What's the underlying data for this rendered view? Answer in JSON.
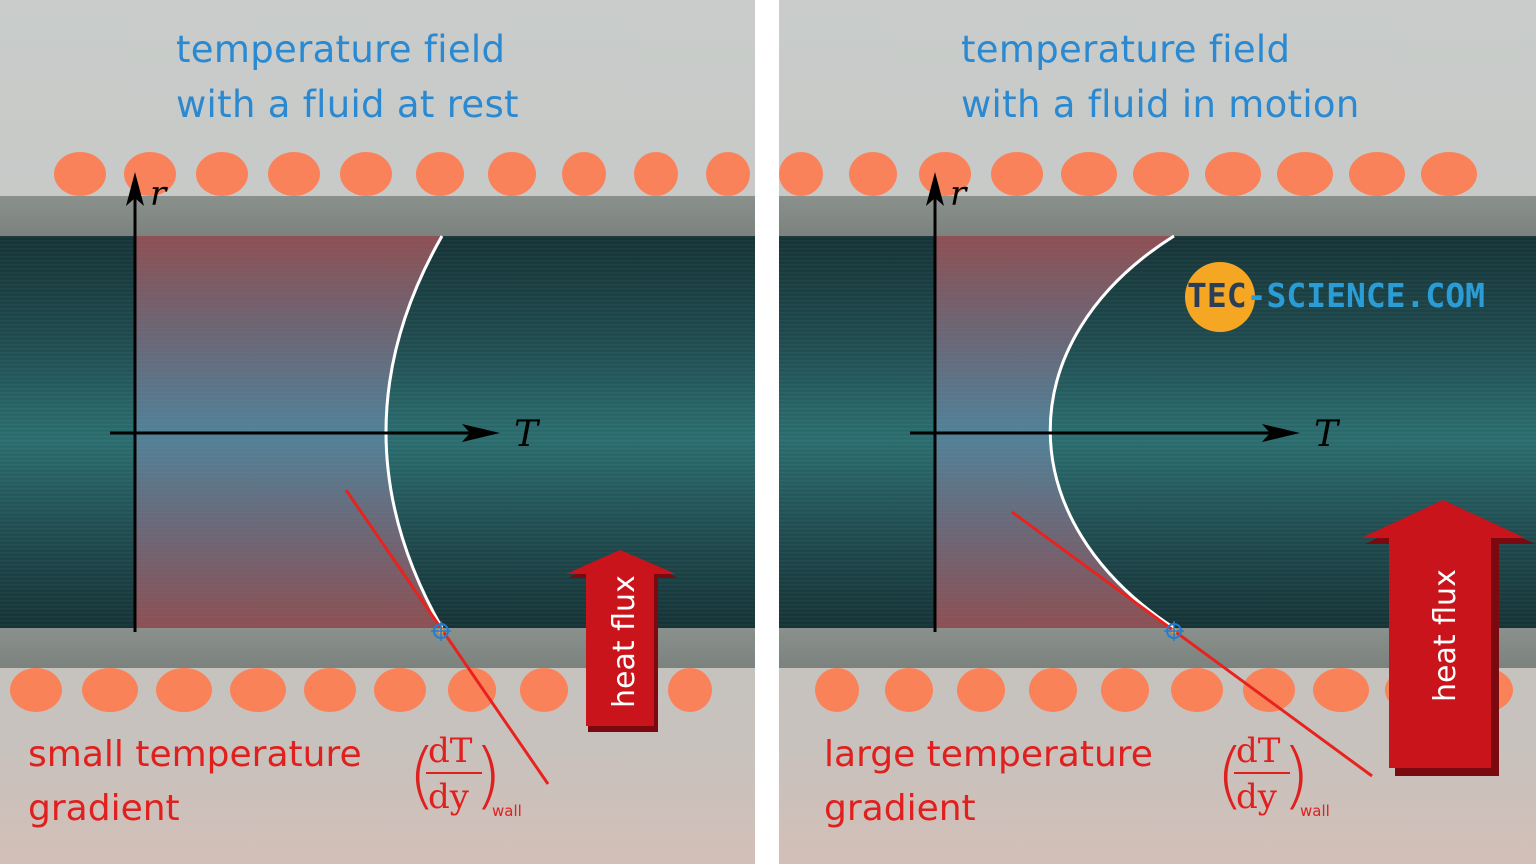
{
  "panels": {
    "left": {
      "title_line1": "temperature field",
      "title_line2": "with a fluid at rest",
      "label_line1": "small temperature",
      "label_line2": "gradient",
      "axis_r": "r",
      "axis_t": "T",
      "heat_flux": "heat flux",
      "formula_num": "dT",
      "formula_den": "dy",
      "formula_sub": "wall"
    },
    "right": {
      "title_line1": "temperature field",
      "title_line2": "with a fluid in motion",
      "label_line1": "large temperature",
      "label_line2": "gradient",
      "axis_r": "r",
      "axis_t": "T",
      "heat_flux": "heat flux",
      "formula_num": "dT",
      "formula_den": "dy",
      "formula_sub": "wall"
    }
  },
  "logo": {
    "prefix": "TEC",
    "suffix": "-SCIENCE.COM"
  },
  "colors": {
    "title": "#2a89d0",
    "label": "#e0201e",
    "tangent": "#e8231f",
    "coil": "#ff7b4f",
    "arrow": "#c8141a",
    "profile": "#ffffff"
  }
}
